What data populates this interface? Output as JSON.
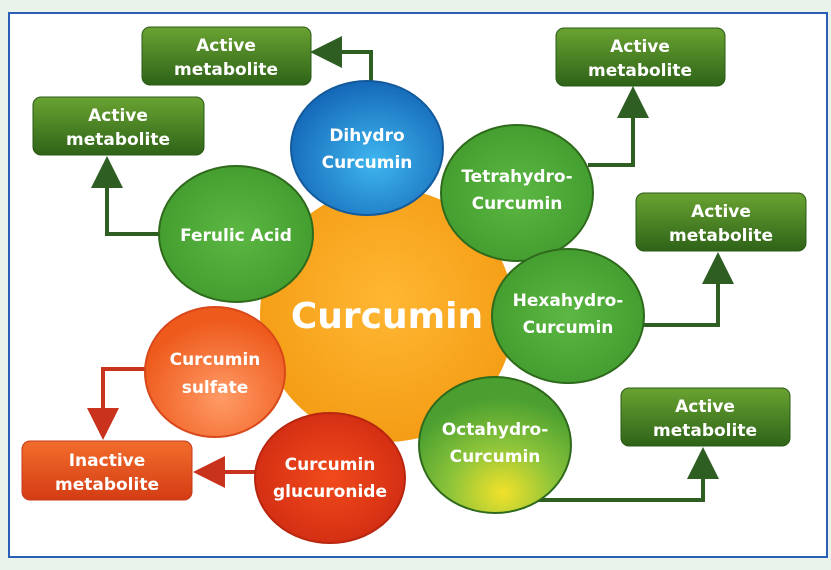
{
  "title": "Curcumin metabolism",
  "center": {
    "label": "Curcumin"
  },
  "nodes": {
    "dihydro": {
      "line1": "Dihydro",
      "line2": "Curcumin"
    },
    "ferulic": {
      "line1": "Ferulic Acid"
    },
    "tetrahydro": {
      "line1": "Tetrahydro-",
      "line2": "Curcumin"
    },
    "hexahydro": {
      "line1": "Hexahydro-",
      "line2": "Curcumin"
    },
    "octahydro": {
      "line1": "Octahydro-",
      "line2": "Curcumin"
    },
    "sulfate": {
      "line1": "Curcumin",
      "line2": "sulfate"
    },
    "glucuronide": {
      "line1": "Curcumin",
      "line2": "glucuronide"
    }
  },
  "boxes": {
    "active": {
      "line1": "Active",
      "line2": "metabolite"
    },
    "inactive": {
      "line1": "Inactive",
      "line2": "metabolite"
    }
  },
  "colors": {
    "active_green": "#3e7a1f",
    "inactive_red": "#d9401a",
    "center_orange": "#f7a21b",
    "blue": "#1a7fcf",
    "node_green": "#52ad3a"
  }
}
